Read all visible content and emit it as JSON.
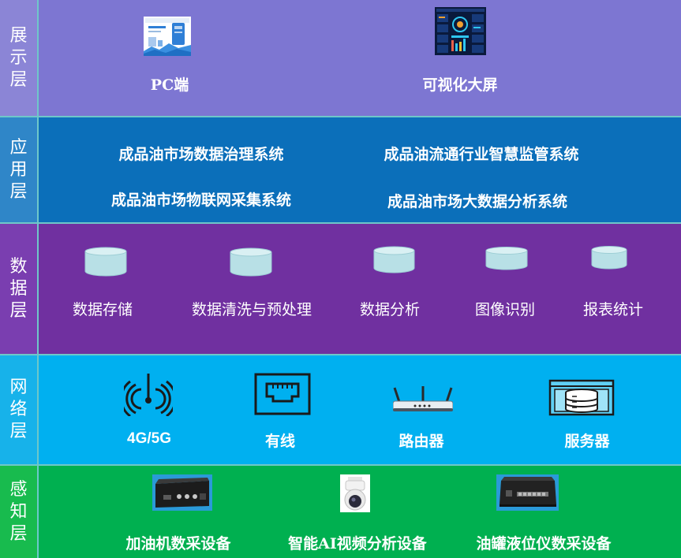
{
  "colors": {
    "display": "#8b85d6",
    "application": "#2f86c8",
    "data": "#7a3eb0",
    "network": "#17b2ea",
    "perception": "#18bb4e",
    "divider": "#6fc7c9"
  },
  "layers": {
    "display": {
      "label": "展示层",
      "items": [
        {
          "label": "PC端",
          "icon": "pc-screenshot-icon"
        },
        {
          "label": "可视化大屏",
          "icon": "dashboard-screen-icon"
        }
      ]
    },
    "application": {
      "label": "应用层",
      "items": [
        {
          "label": "成品油市场数据治理系统"
        },
        {
          "label": "成品油流通行业智慧监管系统"
        },
        {
          "label": "成品油市场物联网采集系统"
        },
        {
          "label": "成品油市场大数据分析系统"
        }
      ]
    },
    "data": {
      "label": "数据层",
      "items": [
        {
          "label": "数据存储",
          "icon": "database-icon"
        },
        {
          "label": "数据清洗与预处理",
          "icon": "database-icon"
        },
        {
          "label": "数据分析",
          "icon": "database-icon"
        },
        {
          "label": "图像识别",
          "icon": "database-icon"
        },
        {
          "label": "报表统计",
          "icon": "database-icon"
        }
      ]
    },
    "network": {
      "label": "网络层",
      "items": [
        {
          "label": "4G/5G",
          "icon": "wireless-signal-icon"
        },
        {
          "label": "有线",
          "icon": "ethernet-port-icon"
        },
        {
          "label": "路由器",
          "icon": "router-icon"
        },
        {
          "label": "服务器",
          "icon": "server-icon"
        }
      ]
    },
    "perception": {
      "label": "感知层",
      "items": [
        {
          "label": "加油机数采设备",
          "icon": "data-collector-device-icon"
        },
        {
          "label": "智能AI视频分析设备",
          "icon": "dome-camera-icon"
        },
        {
          "label": "油罐液位仪数采设备",
          "icon": "level-gauge-device-icon"
        }
      ]
    }
  }
}
